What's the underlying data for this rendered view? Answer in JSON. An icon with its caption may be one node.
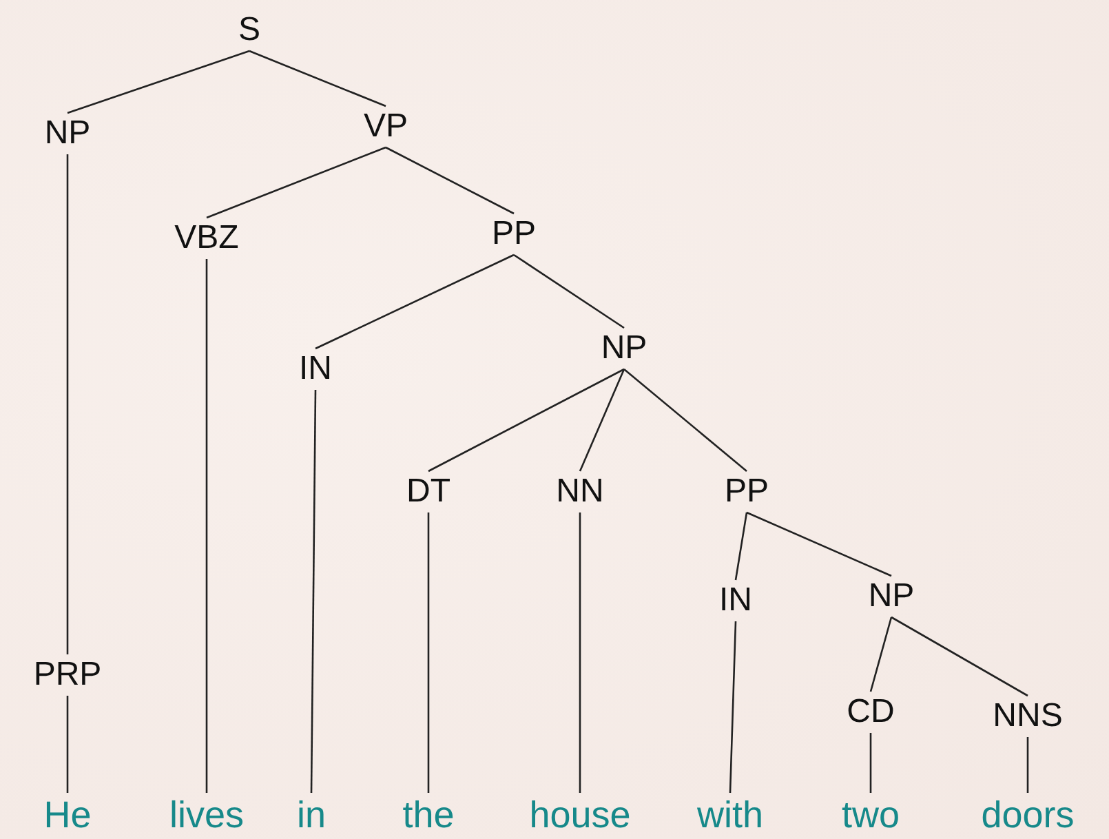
{
  "diagram": {
    "nodes": [
      {
        "text": [
          "S"
        ]
      },
      {
        "text": [
          "NP"
        ]
      },
      {
        "text": [
          "VP"
        ]
      },
      {
        "text": [
          "VBZ"
        ]
      },
      {
        "text": [
          "PP"
        ]
      },
      {
        "text": [
          "IN"
        ]
      },
      {
        "text": [
          "NP"
        ]
      },
      {
        "text": [
          "DT"
        ]
      },
      {
        "text": [
          "NN"
        ]
      },
      {
        "text": [
          "PP"
        ]
      },
      {
        "text": [
          "IN"
        ]
      },
      {
        "text": [
          "NP"
        ]
      },
      {
        "text": [
          "CD"
        ]
      },
      {
        "text": [
          "NNS"
        ]
      },
      {
        "text": [
          "PRP"
        ]
      },
      {
        "text": [
          "He"
        ]
      },
      {
        "text": [
          "lives"
        ]
      },
      {
        "text": [
          "in"
        ]
      },
      {
        "text": [
          "the"
        ]
      },
      {
        "text": [
          "house"
        ]
      },
      {
        "text": [
          "with"
        ]
      },
      {
        "text": [
          "two"
        ]
      },
      {
        "text": [
          "doors"
        ]
      }
    ],
    "edges": [
      {
        "from": 0,
        "to": 1,
        "arrow": "none"
      },
      {
        "from": 0,
        "to": 2,
        "arrow": "none"
      },
      {
        "from": 1,
        "to": 14,
        "arrow": "none"
      },
      {
        "from": 14,
        "to": 15,
        "arrow": "none"
      },
      {
        "from": 2,
        "to": 3,
        "arrow": "none"
      },
      {
        "from": 2,
        "to": 4,
        "arrow": "none"
      },
      {
        "from": 3,
        "to": 16,
        "arrow": "none"
      },
      {
        "from": 4,
        "to": 5,
        "arrow": "none"
      },
      {
        "from": 4,
        "to": 6,
        "arrow": "none"
      },
      {
        "from": 5,
        "to": 17,
        "arrow": "none"
      },
      {
        "from": 6,
        "to": 7,
        "arrow": "none"
      },
      {
        "from": 6,
        "to": 8,
        "arrow": "none"
      },
      {
        "from": 6,
        "to": 9,
        "arrow": "none"
      },
      {
        "from": 7,
        "to": 18,
        "arrow": "none"
      },
      {
        "from": 8,
        "to": 19,
        "arrow": "none"
      },
      {
        "from": 9,
        "to": 10,
        "arrow": "none"
      },
      {
        "from": 9,
        "to": 11,
        "arrow": "none"
      },
      {
        "from": 10,
        "to": 20,
        "arrow": "none"
      },
      {
        "from": 11,
        "to": 12,
        "arrow": "none"
      },
      {
        "from": 11,
        "to": 13,
        "arrow": "none"
      },
      {
        "from": 12,
        "to": 21,
        "arrow": "none"
      },
      {
        "from": 13,
        "to": 22,
        "arrow": "none"
      }
    ]
  }
}
